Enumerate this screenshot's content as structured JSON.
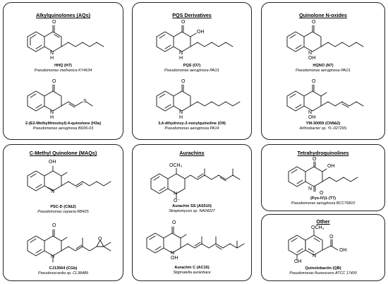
{
  "panels": {
    "aq": {
      "title": "Alkylquinolones (AQs)",
      "c1": {
        "name": "HHQ (H7)",
        "source": "Pseudomonas methanica KY4634"
      },
      "c2": {
        "name": "2-(E2-Methylthiovinyl)-4-quinolone (H3a)",
        "source": "Pseudomonas aeruginosa BD06-03"
      }
    },
    "pqs": {
      "title": "PQS Derivatives",
      "c1": {
        "name": "PQS (O7)",
        "source": "Pseudomonas aeruginosa PAO1"
      },
      "c2": {
        "name": "3,4-dihydroxy-2-nonylquinoline (O9)",
        "source": "Pseudomonas aeruginosa PA14"
      }
    },
    "noxide": {
      "title": "Quinolone N-oxides",
      "c1": {
        "name": "HQNO (N7)",
        "source": "Pseudomonas aeruginosa PAO1"
      },
      "c2": {
        "name": "YM-30059 (CN9∆2)",
        "source": "Arthrobacter sp. YL-02729S"
      }
    },
    "maq": {
      "title": "C-Methyl Quinolone (MAQs)",
      "c1": {
        "name": "PSC-D (C9∆2)",
        "source": "Pseudomonas cepacia RB425"
      },
      "c2": {
        "name": "CJ13564 (CGb)",
        "source": "Pseudonocardia sp. CL38489"
      }
    },
    "aurachins": {
      "title": "Aurachins",
      "c1": {
        "name": "Aurachin SS (AS510)",
        "source": "Streptomyces sp. NA04227"
      },
      "c2": {
        "name": "Aurachin C (AC15)",
        "source": "Stigmatella aurantiace"
      }
    },
    "thq": {
      "title": "Tetrahydroquinolines",
      "c1": {
        "name": "(Pyo-IV)1 (T7)",
        "source": "Pseudomonas aeruginosa BCC76810"
      }
    },
    "other": {
      "title": "Other",
      "c1": {
        "name": "Quinolobactin (QB)",
        "source": "Pseudomonas fluorescens ATCC 17400"
      }
    }
  },
  "atoms": {
    "O": "O",
    "OH": "OH",
    "NH": "N",
    "H": "H",
    "N": "N",
    "S": "S",
    "OCH3": "OCH₃",
    "Oplus": "O⁻",
    "COOH_O": "O",
    "COOH_OH": "OH"
  }
}
